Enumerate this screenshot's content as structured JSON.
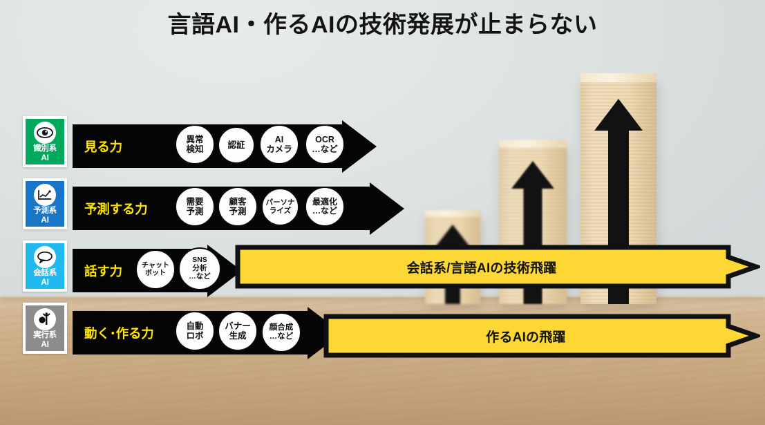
{
  "slide": {
    "title": "言語AI・作るAIの技術発展が止まらない",
    "background": {
      "wall_color": "#dfe4e4",
      "table_color": "#cbae87",
      "wood_block_color": "#eddcb8"
    },
    "accent_yellow": "#fdd835",
    "label_yellow": "#ffe400",
    "bar_black": "#050505"
  },
  "categories": [
    {
      "id": "recognition",
      "icon": "eye-icon",
      "line1": "識別系",
      "line2": "AI",
      "color": "#00a95c"
    },
    {
      "id": "prediction",
      "icon": "chart-icon",
      "line1": "予測系",
      "line2": "AI",
      "color": "#1876c8"
    },
    {
      "id": "conversation",
      "icon": "speech-bubble-icon",
      "line1": "会話系",
      "line2": "AI",
      "color": "#20b9ef"
    },
    {
      "id": "execution",
      "icon": "robot-person-icon",
      "line1": "実行系",
      "line2": "AI",
      "color": "#8c8c8c"
    }
  ],
  "rows": [
    {
      "id": "see",
      "label": "見る力",
      "bubbles": [
        {
          "lines": [
            "異常",
            "検知"
          ]
        },
        {
          "lines": [
            "認証"
          ]
        },
        {
          "lines": [
            "AI",
            "カメラ"
          ]
        },
        {
          "lines": [
            "OCR",
            "…など"
          ]
        }
      ]
    },
    {
      "id": "predict",
      "label": "予測する力",
      "bubbles": [
        {
          "lines": [
            "需要",
            "予測"
          ]
        },
        {
          "lines": [
            "顧客",
            "予測"
          ]
        },
        {
          "lines": [
            "パーソナ",
            "ライズ"
          ]
        },
        {
          "lines": [
            "最適化",
            "…など"
          ]
        }
      ]
    },
    {
      "id": "speak",
      "label": "話す力",
      "bubbles": [
        {
          "lines": [
            "チャット",
            "ボット"
          ]
        },
        {
          "lines": [
            "SNS",
            "分析",
            "…など"
          ]
        }
      ]
    },
    {
      "id": "move-create",
      "label": "動く･作る力",
      "bubbles": [
        {
          "lines": [
            "自動",
            "ロボ"
          ]
        },
        {
          "lines": [
            "バナー",
            "生成"
          ]
        },
        {
          "lines": [
            "顔合成",
            "…など"
          ]
        }
      ]
    }
  ],
  "highlight_arrows": [
    {
      "id": "language-ai",
      "text": "会話系/言語AIの技術飛躍"
    },
    {
      "id": "generative-ai",
      "text": "作るAIの飛躍"
    }
  ]
}
